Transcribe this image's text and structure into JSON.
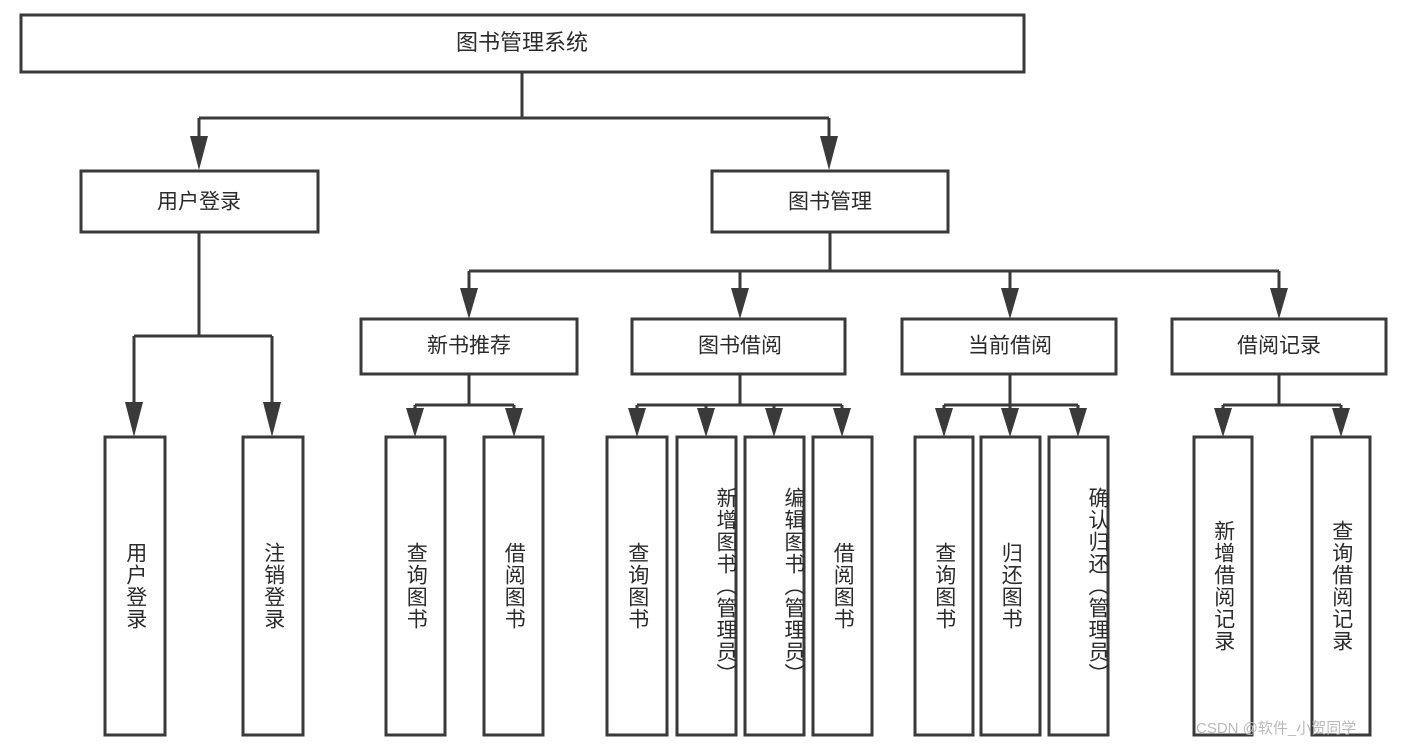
{
  "diagram": {
    "type": "tree-hierarchy",
    "title": "图书管理系统",
    "root": {
      "label": "图书管理系统"
    },
    "level1": [
      {
        "label": "用户登录"
      },
      {
        "label": "图书管理"
      }
    ],
    "level2": [
      {
        "label": "新书推荐",
        "parent": "图书管理"
      },
      {
        "label": "图书借阅",
        "parent": "图书管理"
      },
      {
        "label": "当前借阅",
        "parent": "图书管理"
      },
      {
        "label": "借阅记录",
        "parent": "图书管理"
      }
    ],
    "leaves": {
      "user_login": [
        {
          "label": "用户登录"
        },
        {
          "label": "注销登录"
        }
      ],
      "new_book_recommend": [
        {
          "label": "查询图书"
        },
        {
          "label": "借阅图书"
        }
      ],
      "book_borrow": [
        {
          "label": "查询图书"
        },
        {
          "label": "新增图书（管理员）"
        },
        {
          "label": "编辑图书（管理员）"
        },
        {
          "label": "借阅图书"
        }
      ],
      "current_borrow": [
        {
          "label": "查询图书"
        },
        {
          "label": "归还图书"
        },
        {
          "label": "确认归还（管理员）"
        }
      ],
      "borrow_record": [
        {
          "label": "新增借阅记录"
        },
        {
          "label": "查询借阅记录"
        }
      ]
    }
  },
  "watermark": {
    "text": "CSDN @软件_小贺同学"
  },
  "colors": {
    "stroke": "#3a3a3a",
    "box_fill": "#ffffff",
    "text": "#2b2b2b",
    "background": "#ffffff",
    "watermark": "#b9b9b9"
  }
}
